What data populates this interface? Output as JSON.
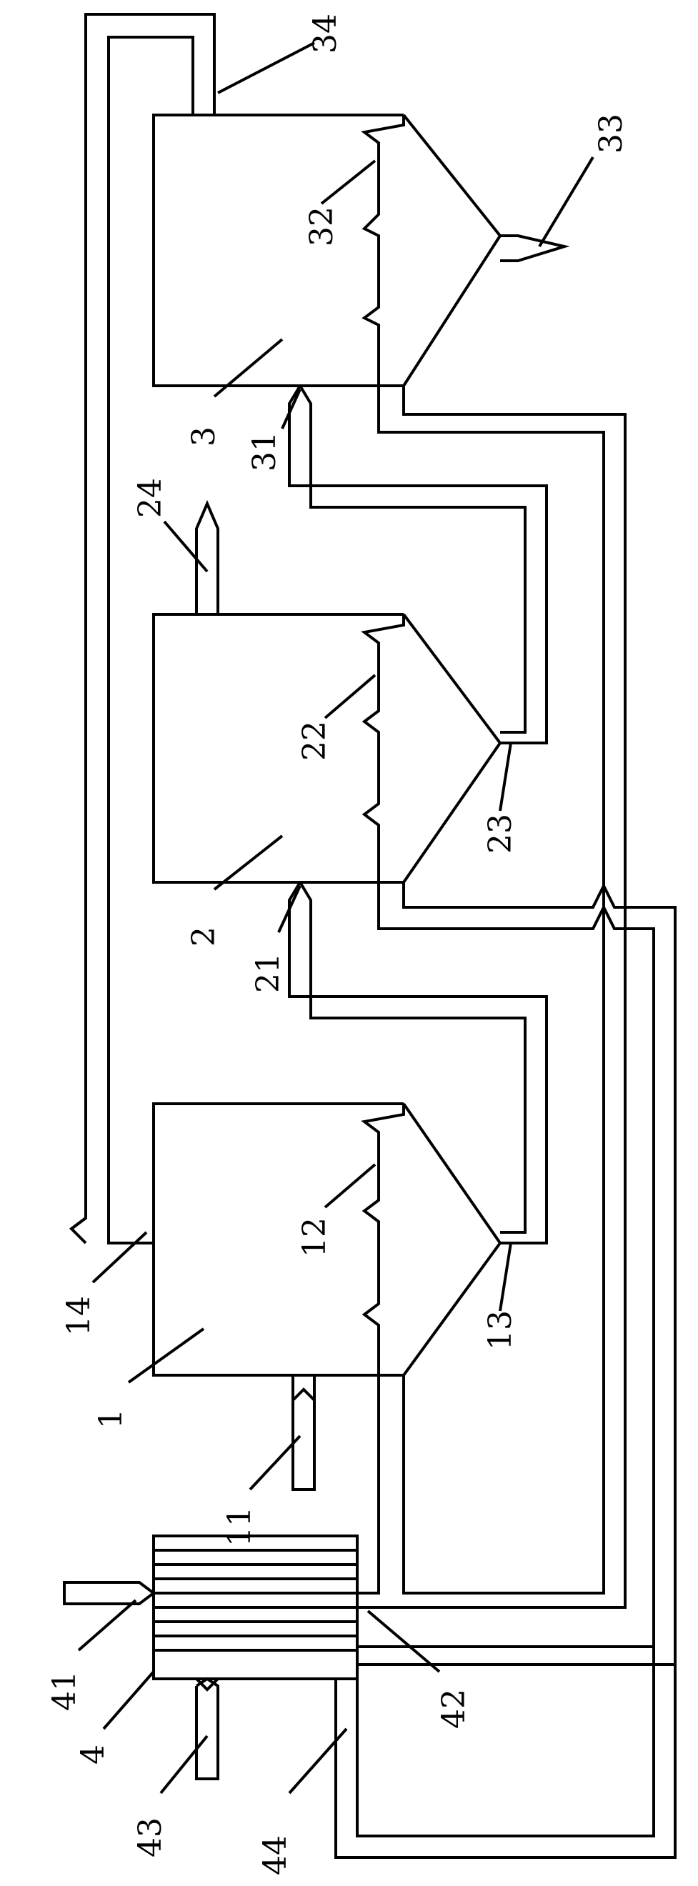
{
  "labels": {
    "l1": "1",
    "l11": "11",
    "l12": "12",
    "l13": "13",
    "l14": "14",
    "l2": "2",
    "l21": "21",
    "l22": "22",
    "l23": "23",
    "l24": "24",
    "l3": "3",
    "l31": "31",
    "l32": "32",
    "l33": "33",
    "l34": "34",
    "l4": "4",
    "l41": "41",
    "l42": "42",
    "l43": "43",
    "l44": "44"
  }
}
